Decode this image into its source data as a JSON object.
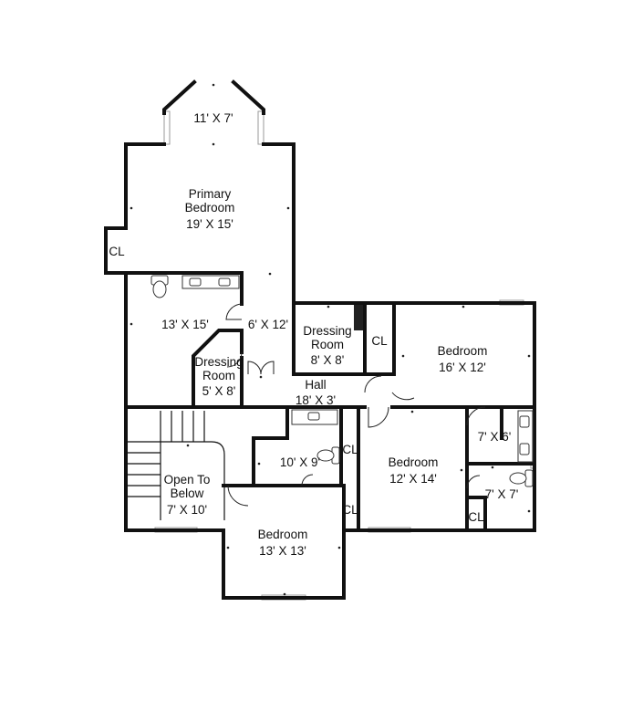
{
  "rooms": {
    "bay": {
      "dims": "11' X 7'"
    },
    "primary": {
      "name_1": "Primary",
      "name_2": "Bedroom",
      "dims": "19' X 15'"
    },
    "cl_left": {
      "name": "CL"
    },
    "primary_bath": {
      "dims": "13' X 15'"
    },
    "closet_6x12": {
      "dims": "6' X 12'"
    },
    "dressing_1": {
      "name_1": "Dressing",
      "name_2": "Room",
      "dims": "8' X 8'"
    },
    "dressing_2": {
      "name_1": "Dressing",
      "name_2": "Room",
      "dims": "5' X 8'"
    },
    "cl_mid": {
      "name": "CL"
    },
    "bedroom_ne": {
      "name": "Bedroom",
      "dims": "16' X 12'"
    },
    "hall": {
      "name": "Hall",
      "dims": "18' X 3'"
    },
    "bath_10x9": {
      "dims": "10' X 9'"
    },
    "cl_bath": {
      "name": "CL"
    },
    "bedroom_mid": {
      "name": "Bedroom",
      "dims": "12' X 14'"
    },
    "room_7x6": {
      "dims": "7' X 6'"
    },
    "room_7x7": {
      "dims": "7' X 7'"
    },
    "cl_right": {
      "name": "CL"
    },
    "open_to_below": {
      "name_1": "Open To",
      "name_2": "Below",
      "dims": "7' X 10'"
    },
    "cl_bottom": {
      "name": "CL"
    },
    "bedroom_s": {
      "name": "Bedroom",
      "dims": "13' X 13'"
    }
  }
}
